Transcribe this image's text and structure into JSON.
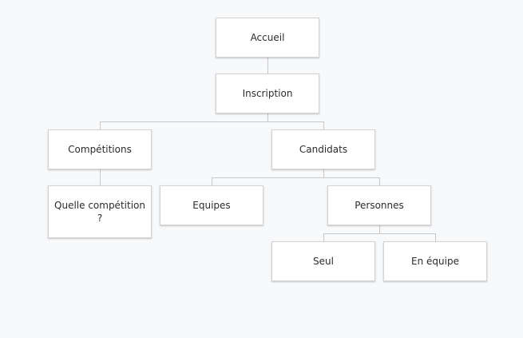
{
  "diagram": {
    "nodes": {
      "accueil": "Accueil",
      "inscription": "Inscription",
      "competitions": "Compétitions",
      "candidats": "Candidats",
      "quelle_competition": "Quelle compétition ?",
      "equipes": "Equipes",
      "personnes": "Personnes",
      "seul": "Seul",
      "en_equipe": "En équipe"
    },
    "edges": [
      [
        "accueil",
        "inscription"
      ],
      [
        "inscription",
        "competitions"
      ],
      [
        "inscription",
        "candidats"
      ],
      [
        "competitions",
        "quelle_competition"
      ],
      [
        "candidats",
        "equipes"
      ],
      [
        "candidats",
        "personnes"
      ],
      [
        "personnes",
        "seul"
      ],
      [
        "personnes",
        "en_equipe"
      ]
    ]
  },
  "colors": {
    "background": "#f8f9fb",
    "node_fill": "#ffffff",
    "node_border": "#d4d4d4",
    "connector": "#c8c8c8",
    "text": "#2b2b2b"
  }
}
